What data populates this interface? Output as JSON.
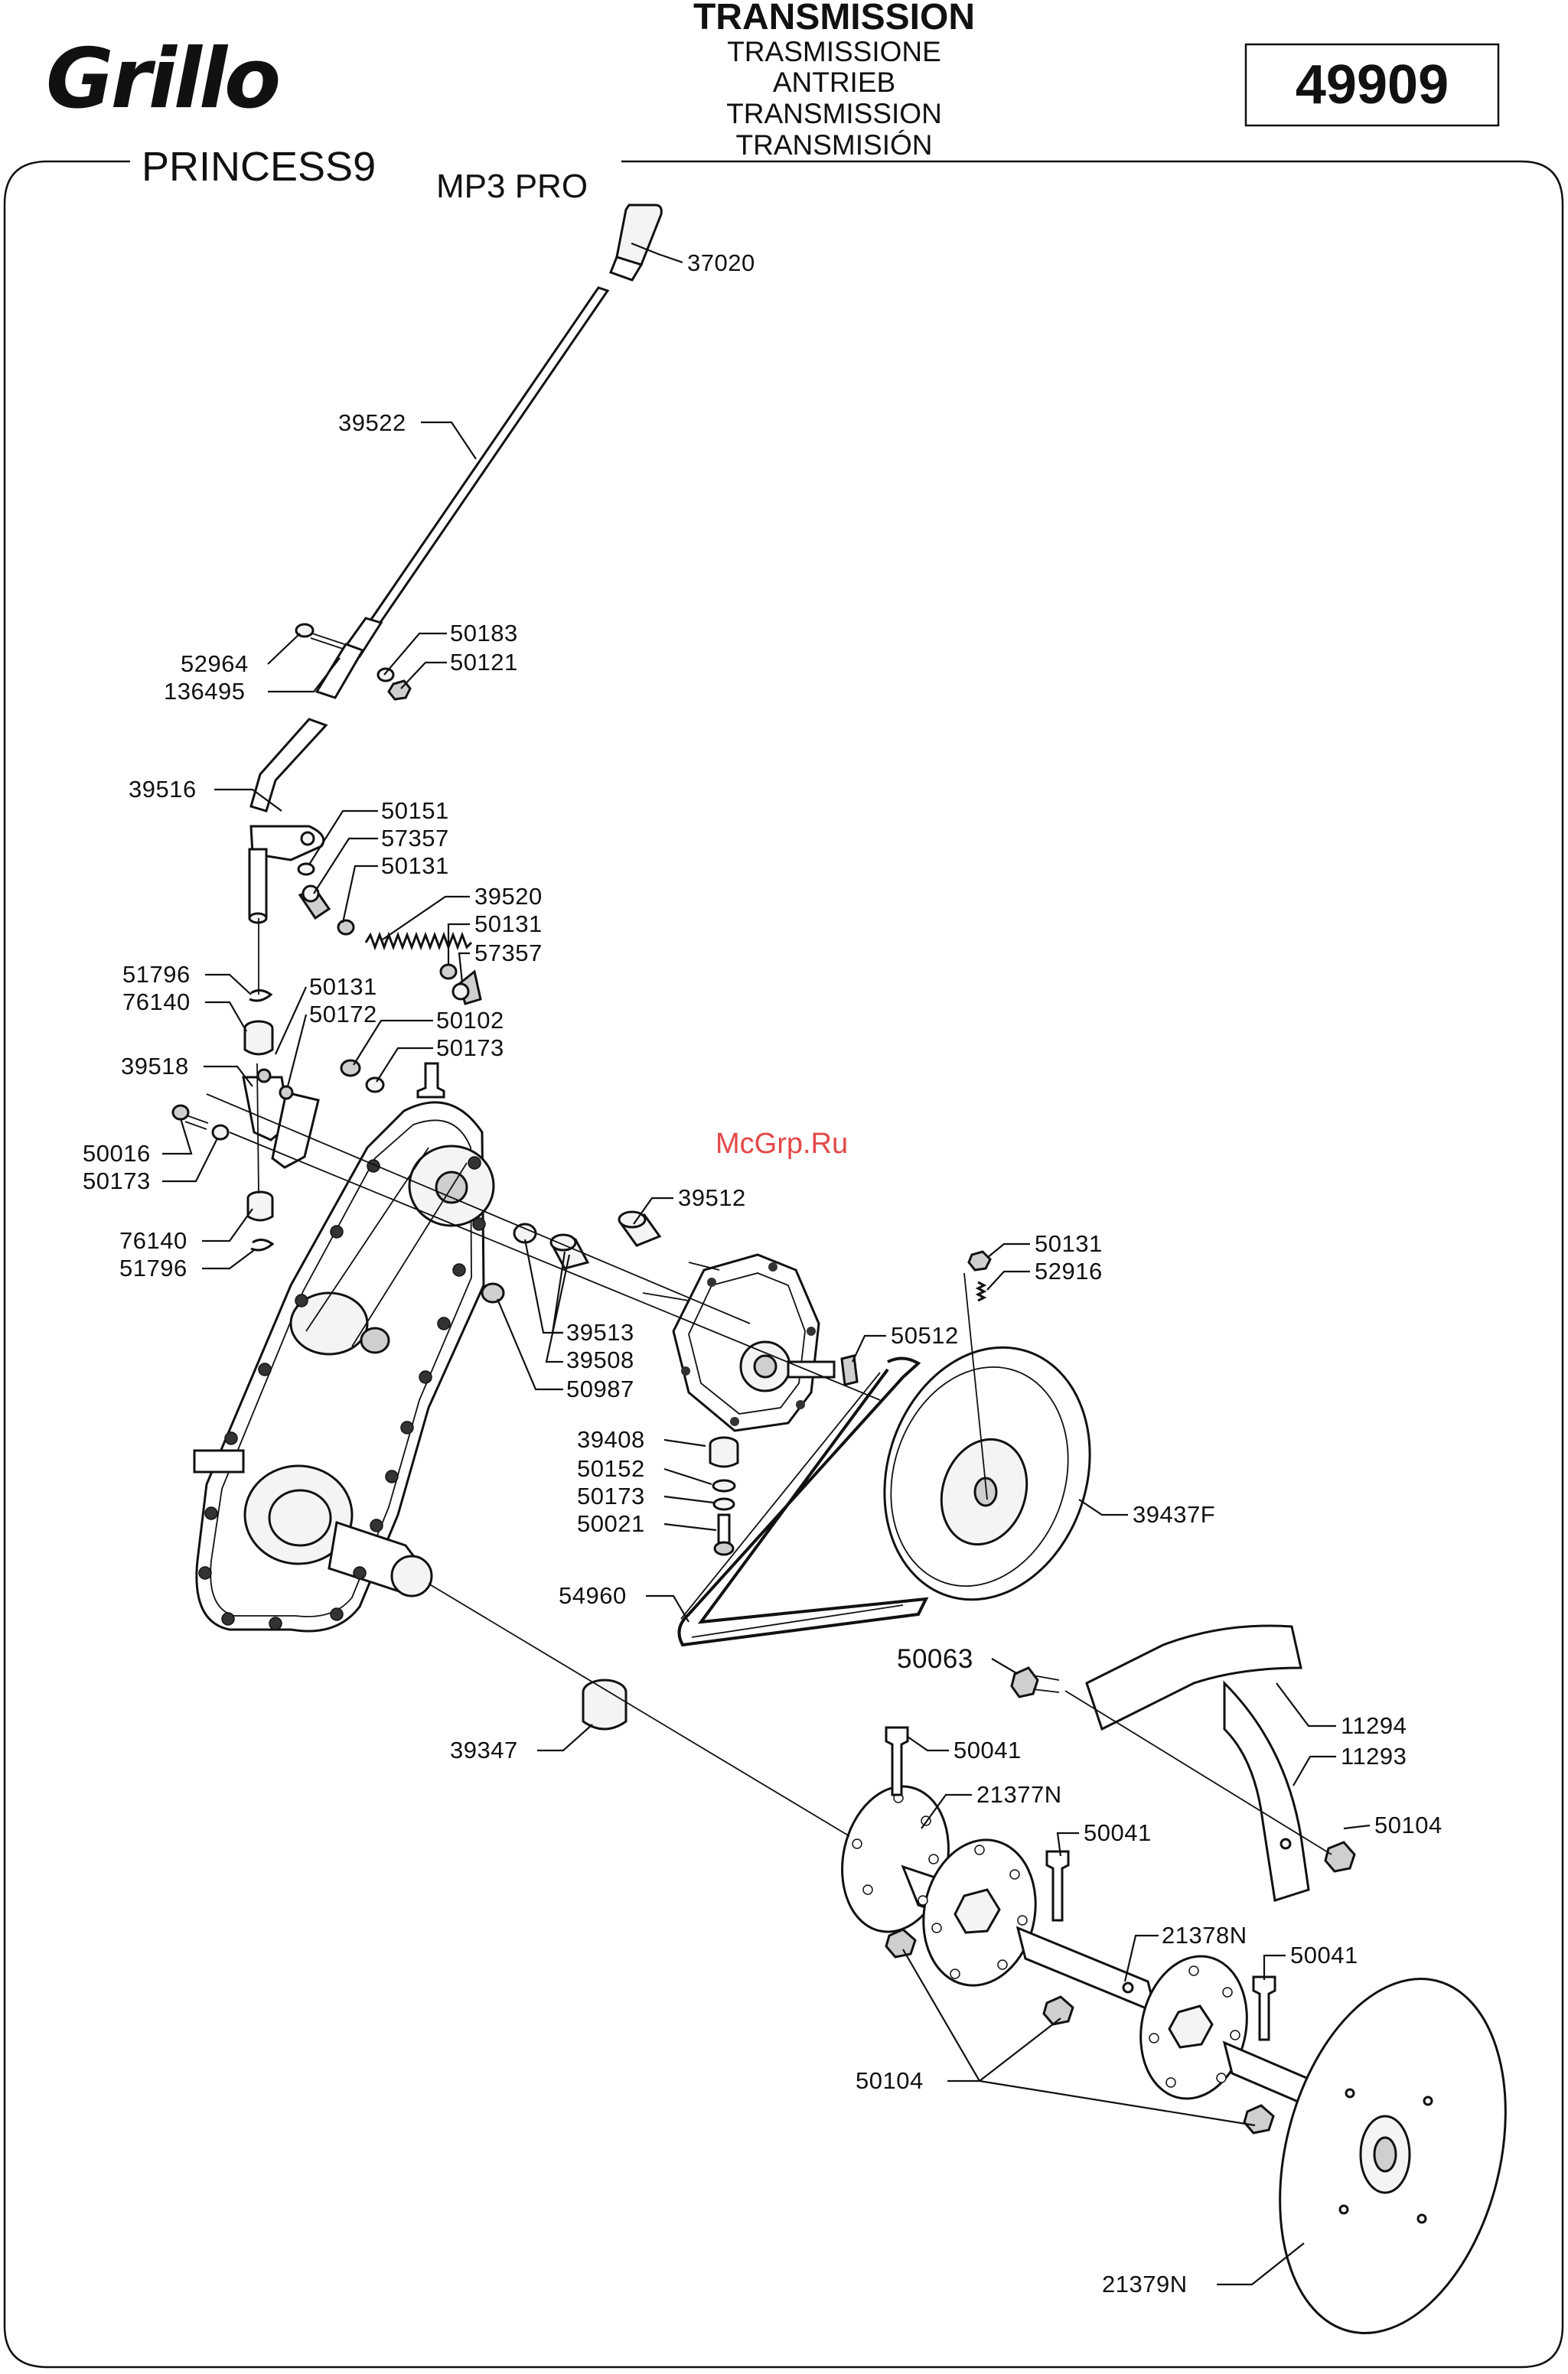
{
  "header": {
    "brand": "Grillo",
    "title_main": "TRANSMISSION",
    "title_it": "TRASMISSIONE",
    "title_de": "ANTRIEB",
    "title_fr": "TRANSMISSION",
    "title_es": "TRANSMISIÓN",
    "code": "49909",
    "model": "PRINCESS9",
    "model_variant": "MP3 PRO"
  },
  "watermark": "McGrp.Ru",
  "parts": [
    "37020",
    "39522",
    "50183",
    "52964",
    "50121",
    "136495",
    "39516",
    "50151",
    "57357",
    "50131",
    "39520",
    "50131",
    "57357",
    "51796",
    "76140",
    "50131",
    "50172",
    "50102",
    "50173",
    "39518",
    "50016",
    "50173",
    "39512",
    "76140",
    "51796",
    "50131",
    "52916",
    "39513",
    "39508",
    "50987",
    "50512",
    "39408",
    "50152",
    "50173",
    "50021",
    "39437F",
    "54960",
    "50063",
    "11294",
    "11293",
    "39347",
    "50041",
    "21377N",
    "50104",
    "50041",
    "21378N",
    "50041",
    "50104",
    "21379N"
  ]
}
